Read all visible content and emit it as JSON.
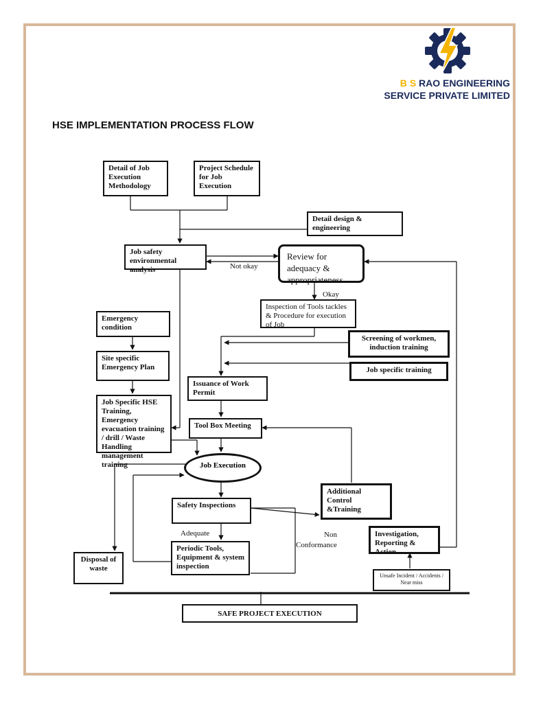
{
  "header": {
    "company_initials": "B S",
    "company_line1_rest": "RAO ENGINEERING",
    "company_line2": "SERVICE PRIVATE LIMITED",
    "logo_icon": "gear-lightning-logo-icon",
    "brand_colors": {
      "navy": "#1a2a5a",
      "yellow": "#f4b400"
    }
  },
  "title": "HSE IMPLEMENTATION PROCESS FLOW",
  "nodes": {
    "job_detail": "Detail of Job Execution Methodology",
    "project_schedule": "Project Schedule for Job Execution",
    "design": "Detail design & engineering",
    "jsea": "Job safety environmental analysis",
    "review": "Review for adequacy & appropriateness",
    "inspection_tools": "Inspection of Tools tackles & Procedure for execution of Job",
    "emergency": "Emergency condition",
    "site_plan": "Site specific Emergency Plan",
    "hse_training": "Job Specific HSE Training, Emergency evacuation training / drill / Waste Handling management training",
    "screening": "Screening of workmen, induction training",
    "job_training": "Job specific training",
    "work_permit": "Issuance of Work Permit",
    "toolbox": "Tool Box Meeting",
    "job_execution": "Job Execution",
    "additional_control": "Additional Control &Training",
    "safety_inspections": "Safety Inspections",
    "periodic_tools": "Periodic Tools, Equipment & system inspection",
    "disposal": "Disposal of waste",
    "investigation": "Investigation, Reporting & Action",
    "unsafe": "Unsafe Incident / Accidents / Near miss",
    "safe_project": "SAFE PROJECT EXECUTION"
  },
  "edge_labels": {
    "not_okay": "Not okay",
    "okay": "Okay",
    "adequate": "Adequate",
    "non": "Non",
    "conformance": "Conformance"
  }
}
